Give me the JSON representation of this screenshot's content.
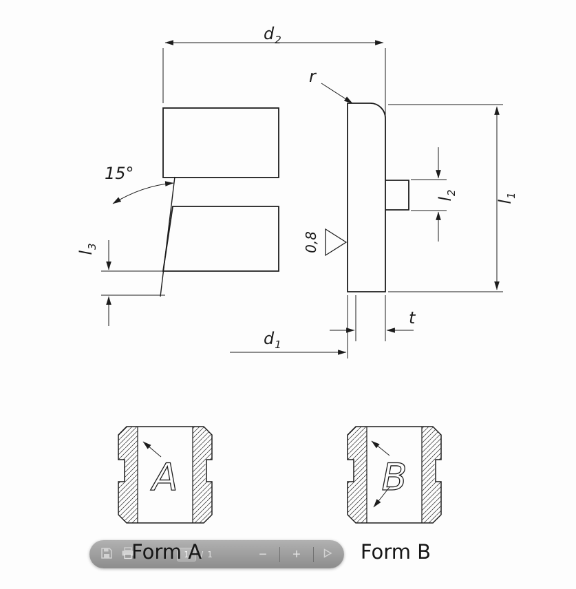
{
  "colors": {
    "line": "#1c1c1c",
    "background": "#fdfdfd",
    "toolbar_pill": "#9a9a9a",
    "toolbar_icon": "#d2d2d2"
  },
  "drawing": {
    "dims": {
      "d2": {
        "base": "d",
        "sub": "2"
      },
      "d1": {
        "base": "d",
        "sub": "1"
      },
      "l1": {
        "base": "l",
        "sub": "1"
      },
      "l2": {
        "base": "l",
        "sub": "2"
      },
      "l3": {
        "base": "l",
        "sub": "3"
      },
      "r": "r",
      "t": "t",
      "angle": "15°",
      "roughness": "0,8"
    },
    "views": {
      "form_a": {
        "letter": "A",
        "caption": "Form A"
      },
      "form_b": {
        "letter": "B",
        "caption": "Form B"
      }
    }
  },
  "toolbar": {
    "page": {
      "current": "1",
      "separator": "/",
      "total": "1"
    },
    "zoom_out_label": "−",
    "zoom_in_label": "+",
    "icons": {
      "save": "floppy-disk-icon",
      "print": "printer-icon",
      "presentation": "triangle-icon"
    }
  }
}
